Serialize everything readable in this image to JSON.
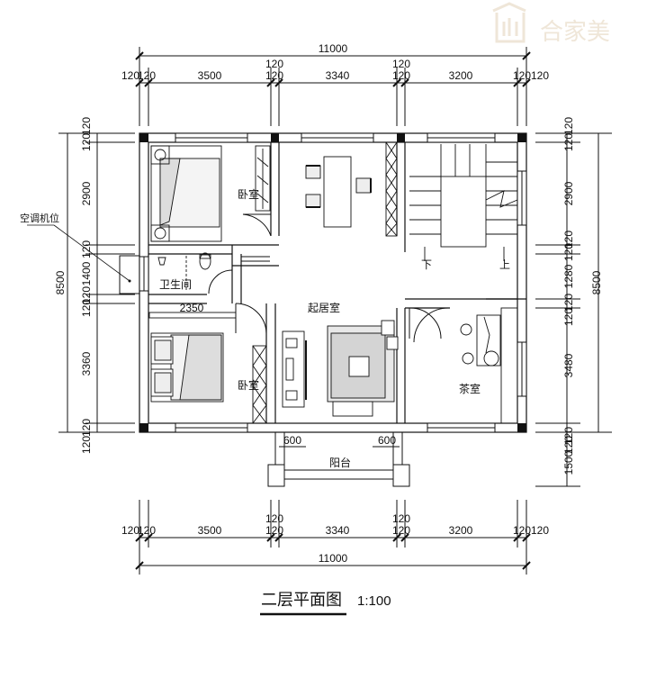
{
  "logo": {
    "text": "合家美"
  },
  "title": "二层平面图",
  "scale": "1:100",
  "dims": {
    "total_width": "11000",
    "total_depth": "8500",
    "top": [
      "120",
      "120",
      "3500",
      "120",
      "3340",
      "120",
      "3200",
      "120",
      "120"
    ],
    "bottom": [
      "120",
      "120",
      "3500",
      "120",
      "3340",
      "120",
      "3200",
      "120",
      "120"
    ],
    "left": [
      "120",
      "120",
      "2900",
      "120",
      "1400",
      "120",
      "120",
      "3360",
      "120",
      "120"
    ],
    "right": [
      "120",
      "120",
      "2900",
      "120",
      "120",
      "1280",
      "120",
      "120",
      "3480",
      "120",
      "1500",
      "120"
    ],
    "inner_2350": "2350",
    "balcony_600_left": "600",
    "balcony_600_right": "600"
  },
  "rooms": {
    "bedroom_top": "卧室",
    "bedroom_bottom": "卧室",
    "bathroom": "卫生间",
    "living": "起居室",
    "tea": "茶室",
    "balcony": "阳台",
    "ac": "空调机位",
    "stair_down": "下",
    "stair_up": "上"
  }
}
